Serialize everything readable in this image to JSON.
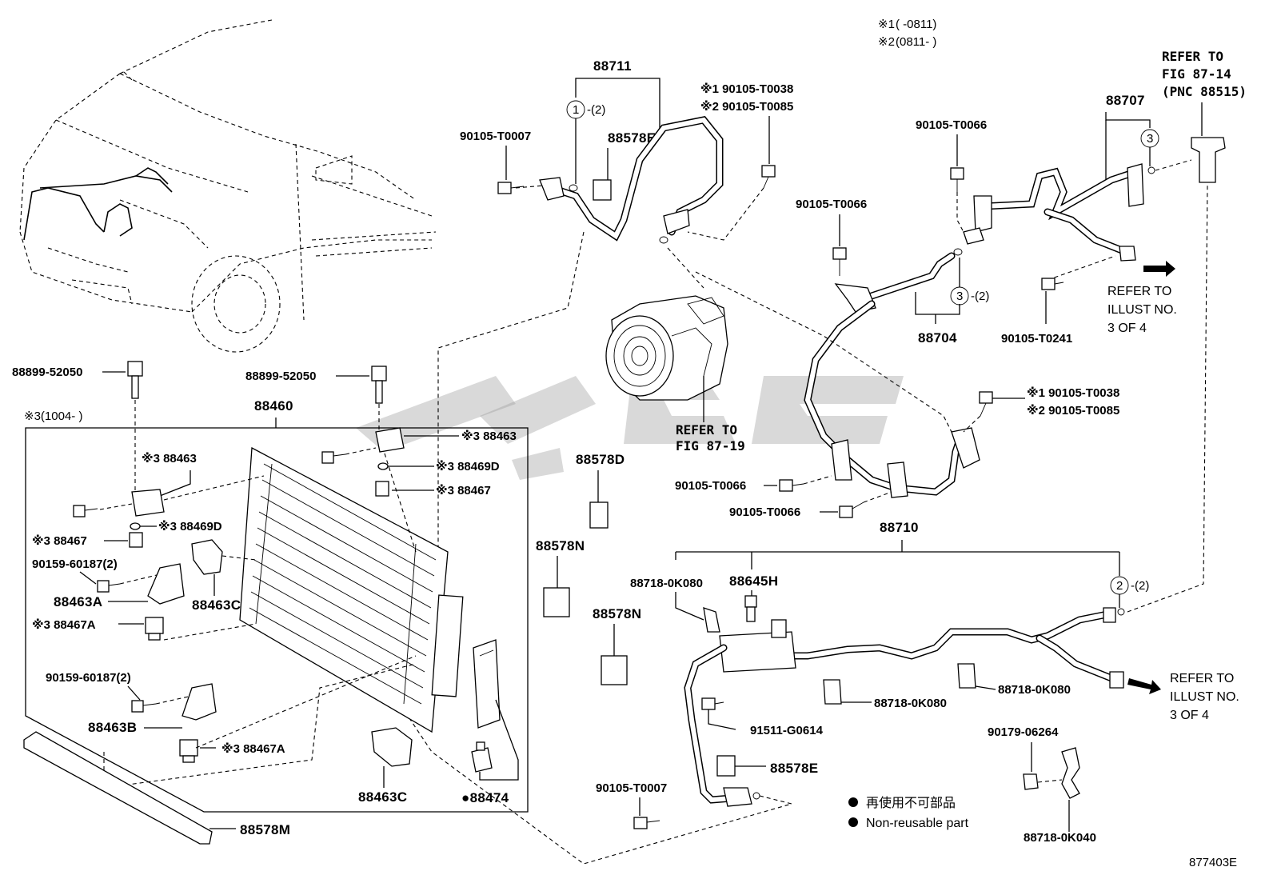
{
  "figure_code": "877403E",
  "production_notes": [
    {
      "mark": "※1",
      "range": "(      -0811)"
    },
    {
      "mark": "※2",
      "range": "(0811-      )"
    }
  ],
  "box_note": "※3(1004-    )",
  "part_labels": {
    "p88711": "88711",
    "p88578E_top": "88578E",
    "p90105_T0007_top": "90105-T0007",
    "p90105_T0038_top": "※1 90105-T0038",
    "p90105_T0085_top": "※2 90105-T0085",
    "p88707": "88707",
    "p90105_T0066_a": "90105-T0066",
    "p90105_T0066_b": "90105-T0066",
    "p88704": "88704",
    "p90105_T0241": "90105-T0241",
    "p90105_T0038_mid": "※1 90105-T0038",
    "p90105_T0085_mid": "※2 90105-T0085",
    "p90105_T0066_c": "90105-T0066",
    "p90105_T0066_d": "90105-T0066",
    "p88710": "88710",
    "p88718_0K080_a": "88718-0K080",
    "p88645H": "88645H",
    "p88718_0K080_b": "88718-0K080",
    "p88718_0K080_c": "88718-0K080",
    "p91511_G0614": "91511-G0614",
    "p88578E_low": "88578E",
    "p90105_T0007_low": "90105-T0007",
    "p90179_06264": "90179-06264",
    "p88718_0K040": "88718-0K040",
    "p88578D": "88578D",
    "p88578N_a": "88578N",
    "p88578N_b": "88578N",
    "p88899_52050_a": "88899-52050",
    "p88899_52050_b": "88899-52050",
    "p88460": "88460",
    "p88463_a": "※3 88463",
    "p88463_b": "※3 88463",
    "p88469D_a": "※3 88469D",
    "p88469D_b": "※3 88469D",
    "p88467_a": "※3 88467",
    "p88467_b": "※3 88467",
    "p90159_60187_a": "90159-60187(2)",
    "p90159_60187_b": "90159-60187(2)",
    "p88463A": "88463A",
    "p88463C_a": "88463C",
    "p88463C_b": "88463C",
    "p88467A_a": "※3 88467A",
    "p88467A_b": "※3 88467A",
    "p88463B": "88463B",
    "p88474": "●88474",
    "p88578M": "88578M"
  },
  "references": {
    "fig_87_14": [
      "REFER TO",
      "FIG 87-14",
      "(PNC 88515)"
    ],
    "fig_87_19": [
      "REFER TO",
      "FIG 87-19"
    ],
    "illust_a": [
      "REFER TO",
      "ILLUST NO.",
      "3 OF 4"
    ],
    "illust_b": [
      "REFER TO",
      "ILLUST NO.",
      "3 OF 4"
    ]
  },
  "circled_refs": {
    "c1": {
      "num": "1",
      "qty": "-(2)"
    },
    "c2": {
      "num": "2",
      "qty": "-(2)"
    },
    "c3a": {
      "num": "3",
      "qty": ""
    },
    "c3b": {
      "num": "3",
      "qty": "-(2)"
    }
  },
  "legend": {
    "jp": "再使用不可部品",
    "en": "Non-reusable part"
  }
}
